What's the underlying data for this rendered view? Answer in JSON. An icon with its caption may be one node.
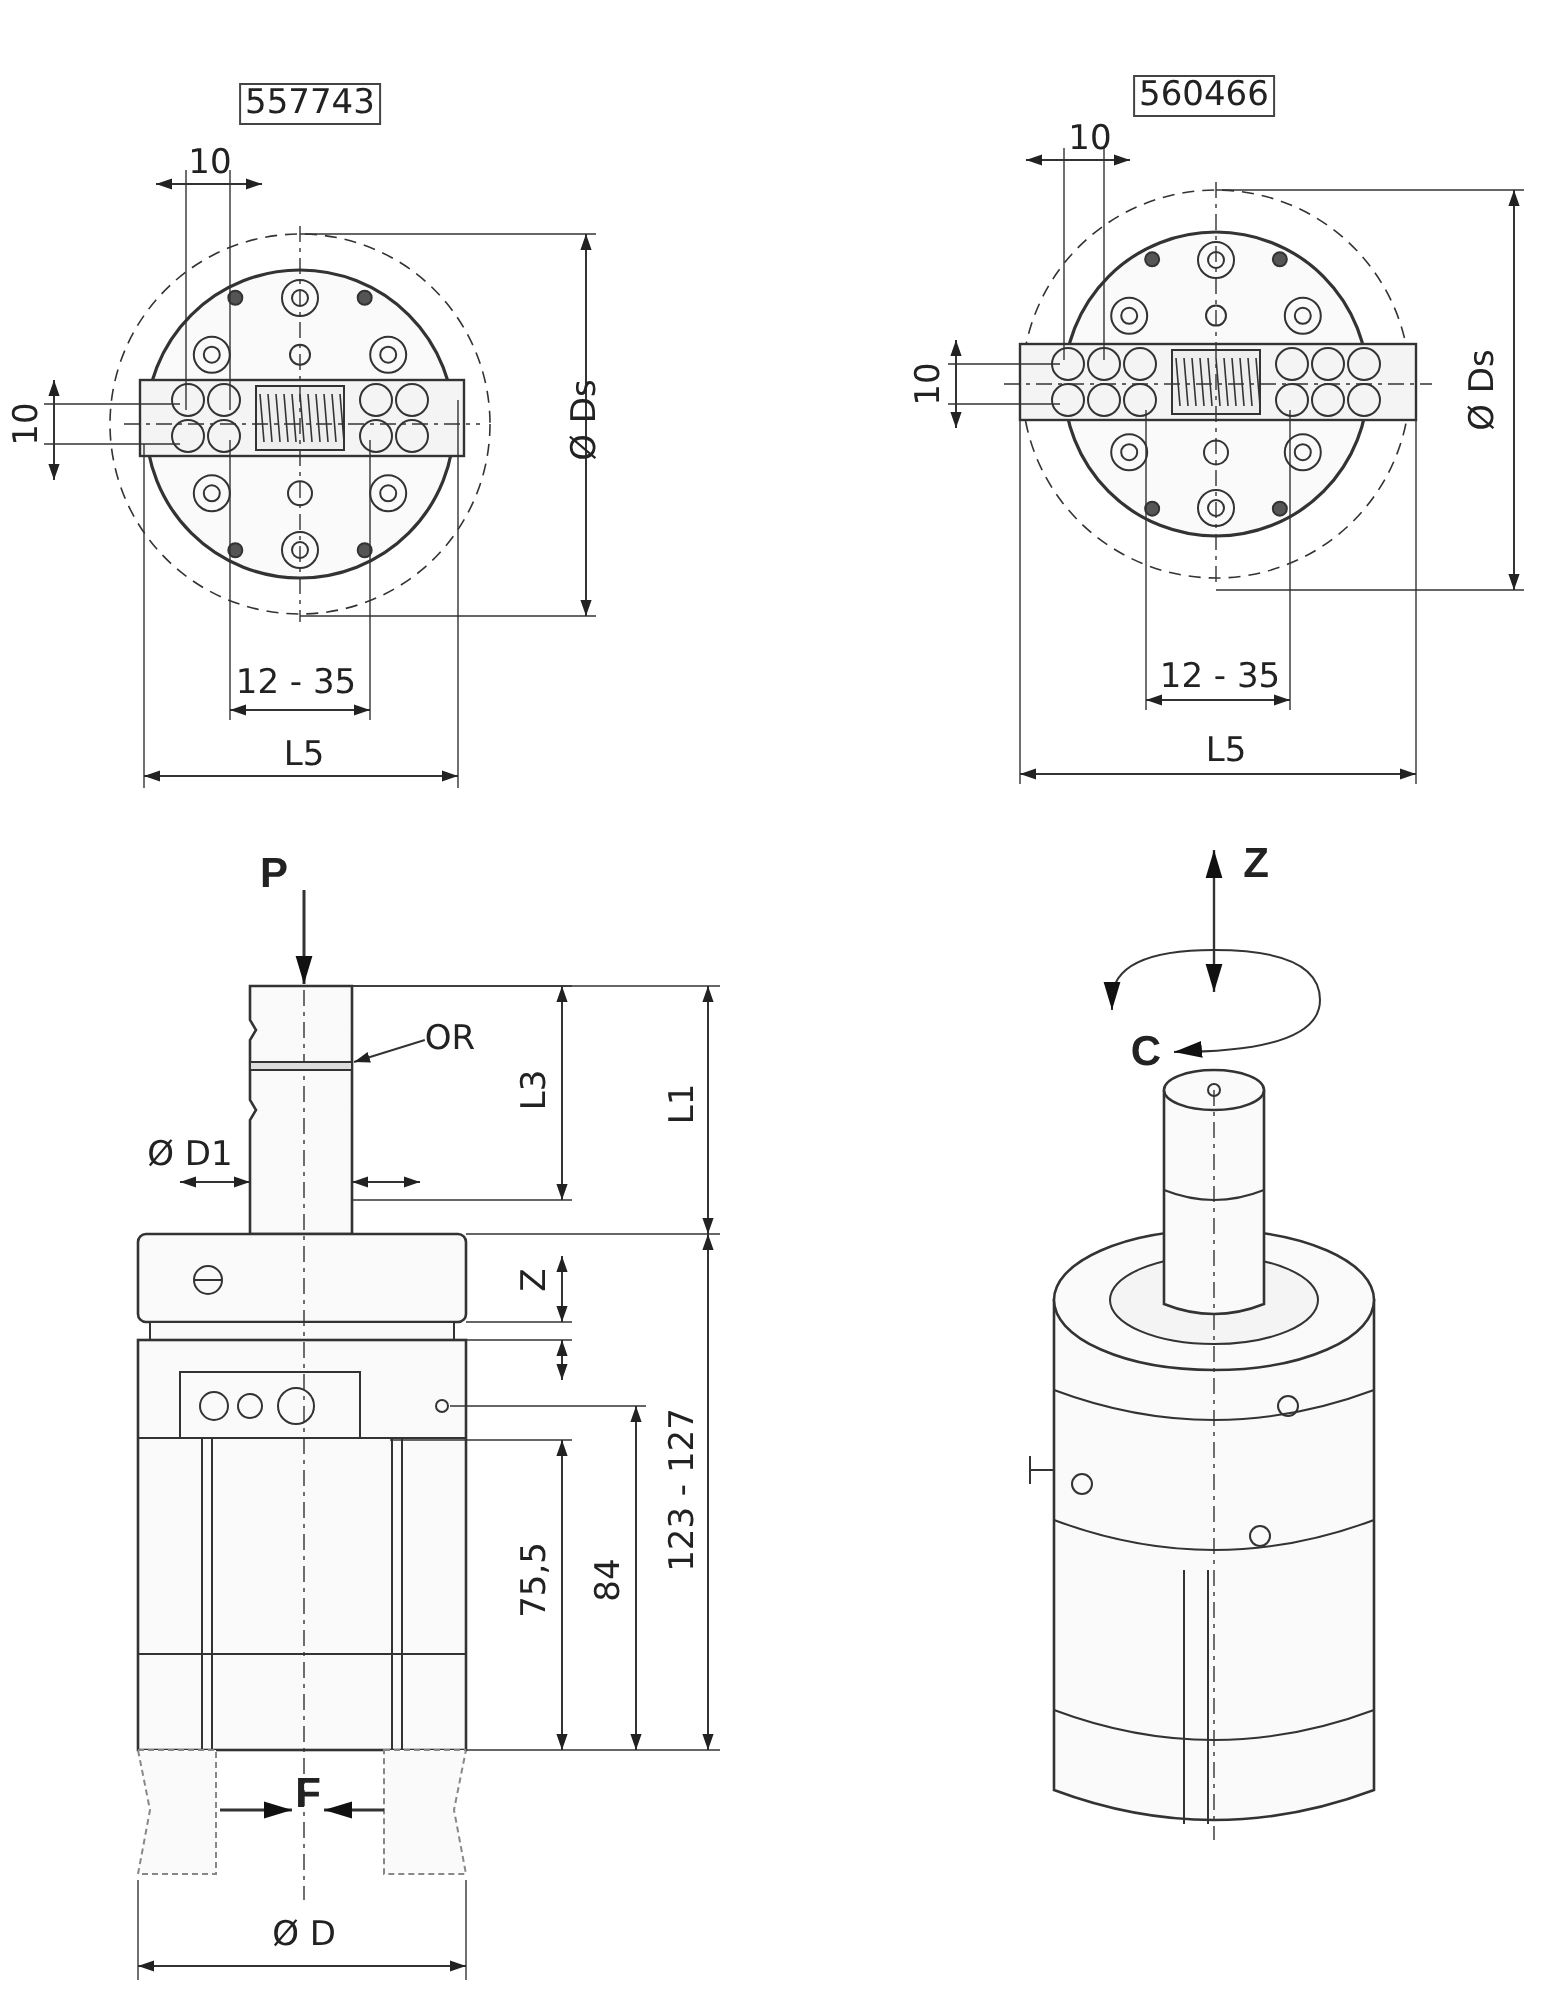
{
  "diagram": {
    "nodes": [
      {
        "text": [
          "557743"
        ]
      },
      {
        "text": [
          "560466"
        ]
      },
      {
        "text": [
          "OR"
        ]
      },
      {
        "text": [],
        "shape": "bar"
      }
    ],
    "edges": [
      {
        "from": 2,
        "to": 3,
        "arrow": "to"
      }
    ],
    "labels": [
      "10",
      "10",
      "Ø Ds",
      "12 - 35",
      "L5",
      "10",
      "10",
      "Ø Ds",
      "12 - 35",
      "L5",
      "P",
      "L3",
      "L1",
      "Ø D1",
      "Z",
      "123 - 127",
      "75,5",
      "84",
      "F",
      "Ø D",
      "Z",
      "C"
    ]
  }
}
